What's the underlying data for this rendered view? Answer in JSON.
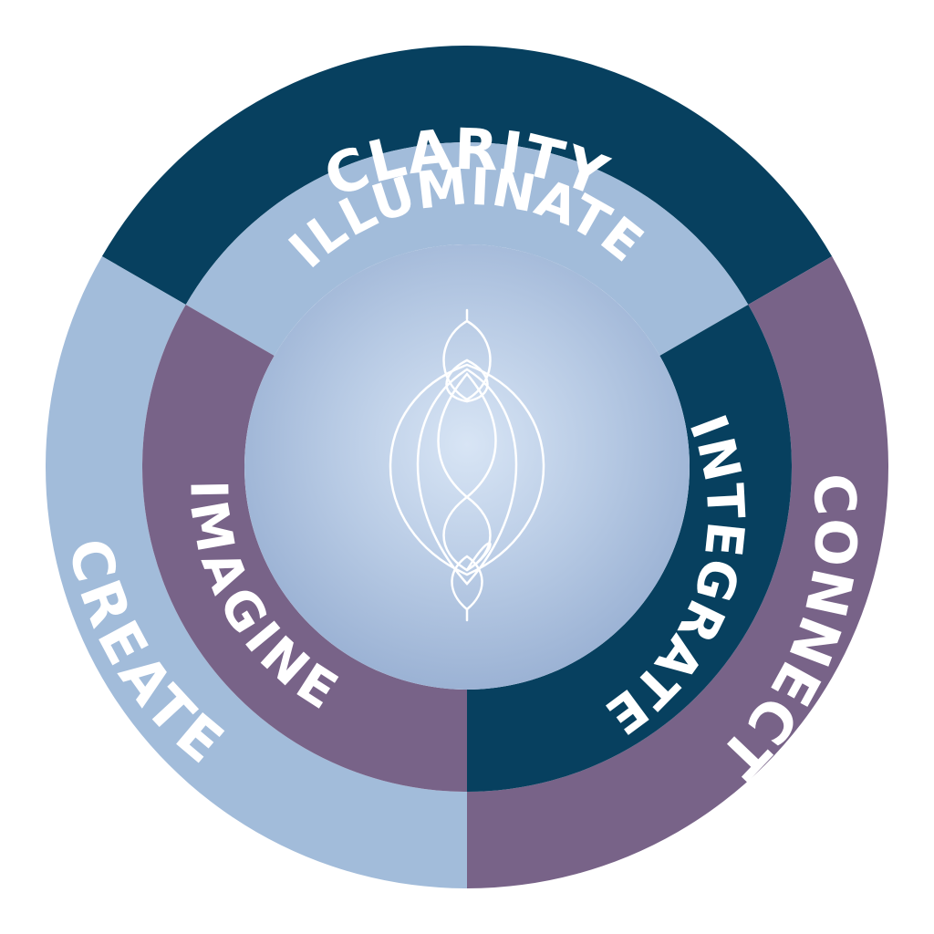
{
  "colors": {
    "navy": "#07405F",
    "light_blue": "#A2BCDA",
    "purple": "#786388",
    "center_light": "#D8E5F5",
    "center_dark": "#9BB2D4",
    "outline": "#FFFFFF"
  },
  "outer_ring": {
    "segments": [
      {
        "label": "CLARITY",
        "color": "navy"
      },
      {
        "label": "CONNECT",
        "color": "purple"
      },
      {
        "label": "CREATE",
        "color": "light_blue"
      }
    ]
  },
  "inner_ring": {
    "segments": [
      {
        "label": "ILLUMINATE",
        "color": "light_blue"
      },
      {
        "label": "INTEGRATE",
        "color": "navy"
      },
      {
        "label": "IMAGINE",
        "color": "purple"
      }
    ]
  },
  "center": {
    "icon": "lotus-vesica-icon"
  }
}
